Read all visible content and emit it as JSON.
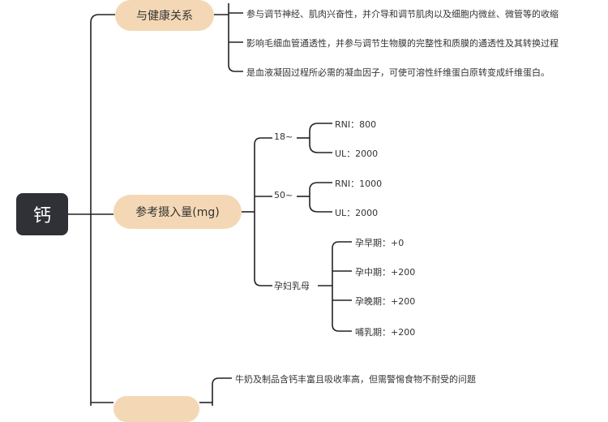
{
  "root": {
    "label": "钙"
  },
  "branch_health": {
    "label": "与健康关系",
    "items": [
      "参与调节神经、肌肉兴奋性，并介导和调节肌肉以及细胞内微丝、微管等的收缩",
      "影响毛细血管通透性，并参与调节生物膜的完整性和质膜的通透性及其转换过程",
      "是血液凝固过程所必需的凝血因子，可使可溶性纤维蛋白原转变成纤维蛋白。"
    ]
  },
  "branch_intake": {
    "label": "参考摄入量(mg)",
    "groups": [
      {
        "label": "18~",
        "items": [
          "RNI：800",
          "UL：2000"
        ]
      },
      {
        "label": "50~",
        "items": [
          "RNI：1000",
          "UL：2000"
        ]
      },
      {
        "label": "孕妇乳母",
        "items": [
          "孕早期：+0",
          "孕中期：+200",
          "孕晚期：+200",
          "哺乳期：+200"
        ]
      }
    ]
  },
  "branch_food": {
    "items": [
      "牛奶及制品含钙丰富且吸收率高，但需警惕食物不耐受的问题"
    ]
  }
}
